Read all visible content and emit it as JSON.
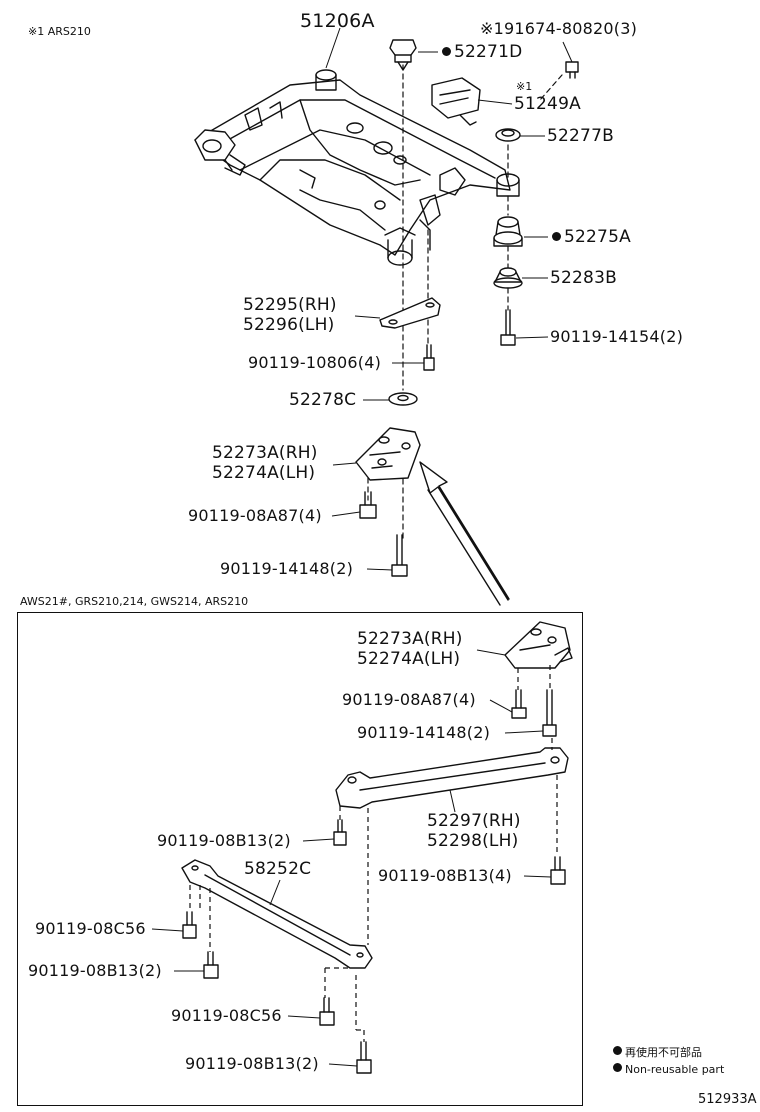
{
  "header_note": "※1  ARS210",
  "parts": {
    "p51206A": "51206A",
    "p52271D": "52271D",
    "p91674": "※191674-80820(3)",
    "p51249A_note": "※1",
    "p51249A": "51249A",
    "p52277B": "52277B",
    "p52275A": "52275A",
    "p52283B": "52283B",
    "p90119_14154": "90119-14154(2)",
    "p52295": "52295(RH)",
    "p52296": "52296(LH)",
    "p90119_10806": "90119-10806(4)",
    "p52278C": "52278C",
    "p52273A": "52273A(RH)",
    "p52274A": "52274A(LH)",
    "p90119_08A87": "90119-08A87(4)",
    "p90119_14148": "90119-14148(2)"
  },
  "subbox": {
    "title": "AWS21#, GRS210,214, GWS214, ARS210",
    "p52273A": "52273A(RH)",
    "p52274A": "52274A(LH)",
    "p90119_08A87": "90119-08A87(4)",
    "p90119_14148": "90119-14148(2)",
    "p52297": "52297(RH)",
    "p52298": "52298(LH)",
    "p90119_08B13_a": "90119-08B13(2)",
    "p90119_08B13_b": "90119-08B13(4)",
    "p58252C": "58252C",
    "p90119_08C56_a": "90119-08C56",
    "p90119_08B13_c": "90119-08B13(2)",
    "p90119_08C56_b": "90119-08C56",
    "p90119_08B13_d": "90119-08B13(2)"
  },
  "legend": {
    "jp": "再使用不可部品",
    "en": "Non-reusable part"
  },
  "figure_id": "512933A"
}
